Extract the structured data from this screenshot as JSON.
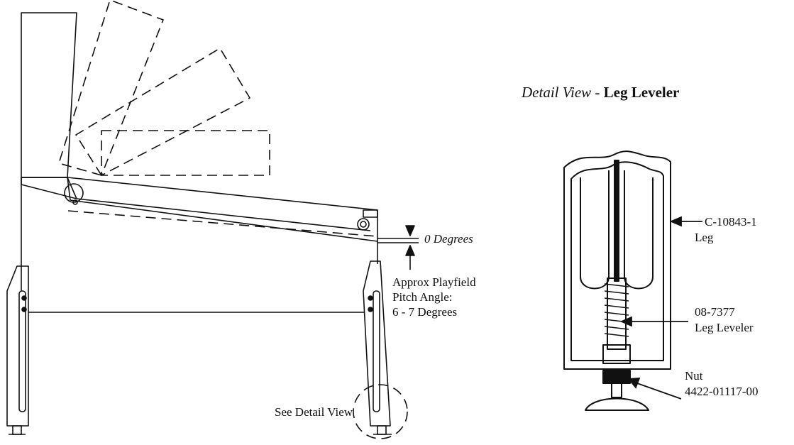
{
  "detail_title": {
    "italic": "Detail View",
    "sep": " - ",
    "bold": "Leg Leveler"
  },
  "labels": {
    "zero_degrees": "0 Degrees",
    "pitch": [
      "Approx Playfield",
      "Pitch Angle:",
      "6 - 7 Degrees"
    ],
    "see_detail": "See Detail View",
    "leg_part": [
      "C-10843-1",
      "Leg"
    ],
    "leveler_part": [
      "08-7377",
      "Leg Leveler"
    ],
    "nut_part": [
      "Nut",
      "4422-01117-00"
    ]
  },
  "colors": {
    "ink": "#111111",
    "background": "#ffffff"
  }
}
